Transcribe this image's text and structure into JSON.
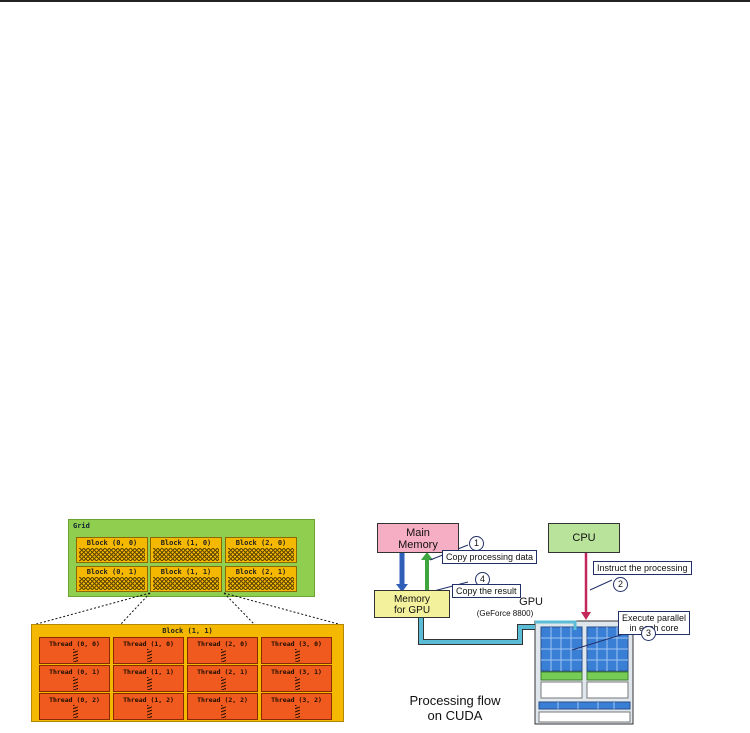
{
  "left": {
    "grid_label": "Grid",
    "blocks": [
      [
        "Block (0, 0)",
        "Block (1, 0)",
        "Block (2, 0)"
      ],
      [
        "Block (0, 1)",
        "Block (1, 1)",
        "Block (2, 1)"
      ]
    ],
    "detail_label": "Block (1, 1)",
    "threads": [
      [
        "Thread (0, 0)",
        "Thread (1, 0)",
        "Thread (2, 0)",
        "Thread (3, 0)"
      ],
      [
        "Thread (0, 1)",
        "Thread (1, 1)",
        "Thread (2, 1)",
        "Thread (3, 1)"
      ],
      [
        "Thread (0, 2)",
        "Thread (1, 2)",
        "Thread (2, 2)",
        "Thread (3, 2)"
      ]
    ]
  },
  "right": {
    "main_memory_label": "Main\nMemory",
    "cpu_label": "CPU",
    "gpu_memory_label": "Memory\nfor GPU",
    "gpu_label": "GPU",
    "gpu_model": "(GeForce 8800)",
    "steps": [
      {
        "num": "1",
        "text": "Copy processing data"
      },
      {
        "num": "2",
        "text": "Instruct the processing"
      },
      {
        "num": "3",
        "text": "Execute parallel\nin each core"
      },
      {
        "num": "4",
        "text": "Copy the result"
      }
    ],
    "caption": "Processing flow\non CUDA",
    "colors": {
      "main_memory": "#f6aec5",
      "cpu": "#b9e39a",
      "gpu_memory": "#f4f19c",
      "gpu_body": "#dfe6ec",
      "core": "#3a7fd6",
      "core_green": "#77cc55",
      "arrow_blue": "#2f5fb8",
      "arrow_green": "#3fa63f",
      "arrow_red": "#c2285a",
      "arrow_teal": "#5bbcd6"
    }
  }
}
